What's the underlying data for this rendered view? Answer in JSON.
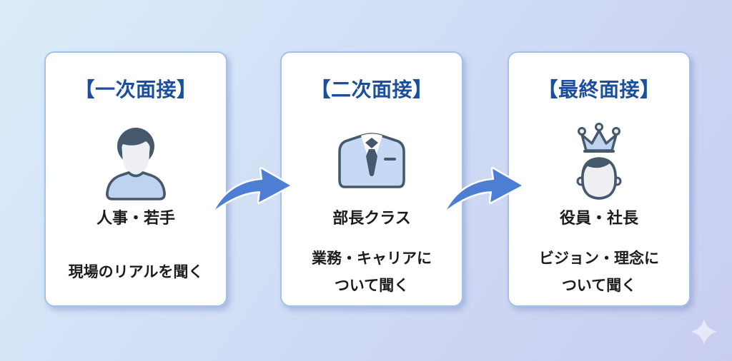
{
  "diagram": {
    "theme": {
      "background_gradient_from": "#daecf9",
      "background_gradient_to": "#c8cdef",
      "card_background": "#ffffff",
      "card_border_color": "#a5c1e8",
      "title_color": "#1b4f9e",
      "body_text_color": "#1c1c1e",
      "arrow_color": "#4c7fd3",
      "icon_outline_color": "#46586c",
      "icon_fill_blue": "#bdd3f0",
      "icon_face_color": "#edeff2"
    },
    "steps": [
      {
        "title": "【一次面接】",
        "icon": "person-icon",
        "label": "人事・若手",
        "description_lines": [
          "現場のリアルを聞く",
          ""
        ]
      },
      {
        "title": "【二次面接】",
        "icon": "suit-tie-icon",
        "label": "部長クラス",
        "description_lines": [
          "業務・キャリアに",
          "ついて聞く"
        ]
      },
      {
        "title": "【最終面接】",
        "icon": "crown-person-icon",
        "label": "役員・社長",
        "description_lines": [
          "ビジョン・理念に",
          "ついて聞く"
        ]
      }
    ],
    "connectors": [
      "arrow-step1-step2",
      "arrow-step2-step3"
    ],
    "decorations": [
      "sparkle-icon"
    ]
  }
}
